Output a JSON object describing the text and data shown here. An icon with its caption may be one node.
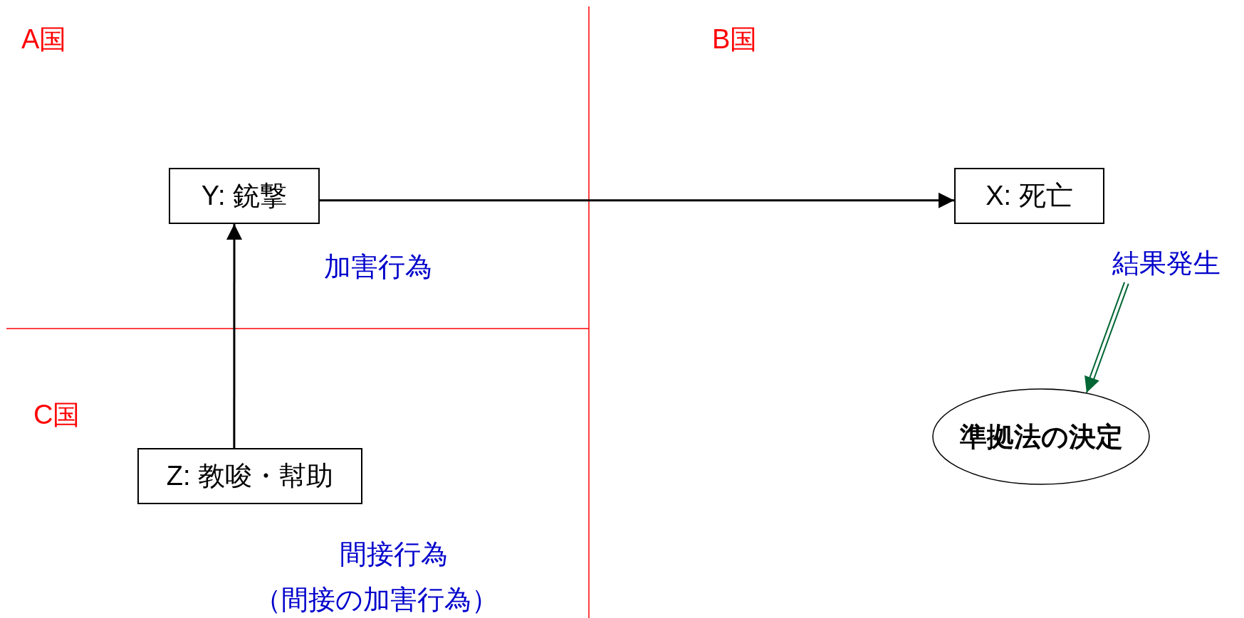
{
  "diagram": {
    "nodes": [
      {
        "text": [
          "Y: 銃撃"
        ]
      },
      {
        "text": [
          "X:  死亡"
        ]
      },
      {
        "text": [
          "結果発生"
        ]
      },
      {
        "text": [
          "準拠法の決定"
        ]
      },
      {
        "text": [
          "Z: 教唆・幇助"
        ]
      }
    ],
    "edges": [
      {
        "from": 0,
        "to": 1,
        "arrow": "to"
      },
      {
        "from": 4,
        "to": 0,
        "arrow": "to"
      },
      {
        "from": 2,
        "to": 3,
        "arrow": "to",
        "color": "#006633"
      }
    ],
    "labels": [
      "A国",
      "B国",
      "加害行為",
      "C国",
      "間接行為",
      "（間接の加害行為）"
    ]
  }
}
